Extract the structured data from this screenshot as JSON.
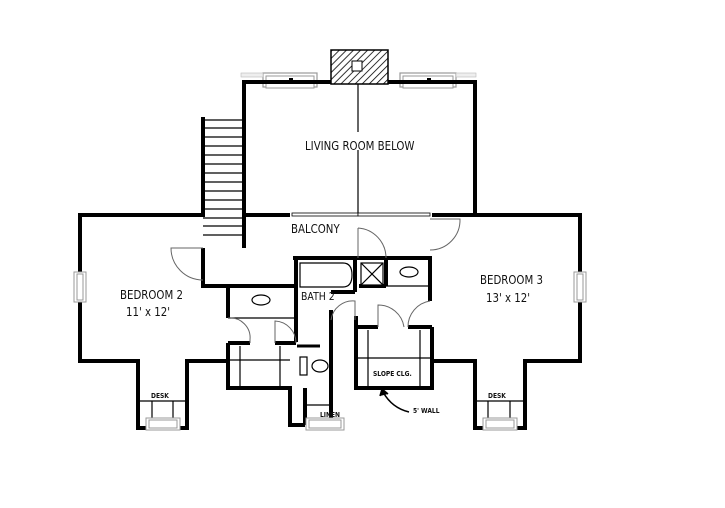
{
  "plan": {
    "rooms": {
      "living": {
        "name": "LIVING ROOM BELOW"
      },
      "balcony": {
        "name": "BALCONY"
      },
      "bedroom2": {
        "name": "BEDROOM 2",
        "size": "11' x 12'"
      },
      "bedroom3": {
        "name": "BEDROOM 3",
        "size": "13' x 12'"
      },
      "bath2": {
        "name": "BATH 2"
      },
      "linen": {
        "name": "LINEN"
      },
      "slope": {
        "name": "SLOPE CLG."
      },
      "desk_left": {
        "name": "DESK"
      },
      "desk_right": {
        "name": "DESK"
      }
    },
    "annotations": {
      "wall_note": "5' WALL"
    },
    "colors": {
      "wall": "#000000",
      "window": "#9a9a9a",
      "background": "#ffffff"
    }
  }
}
